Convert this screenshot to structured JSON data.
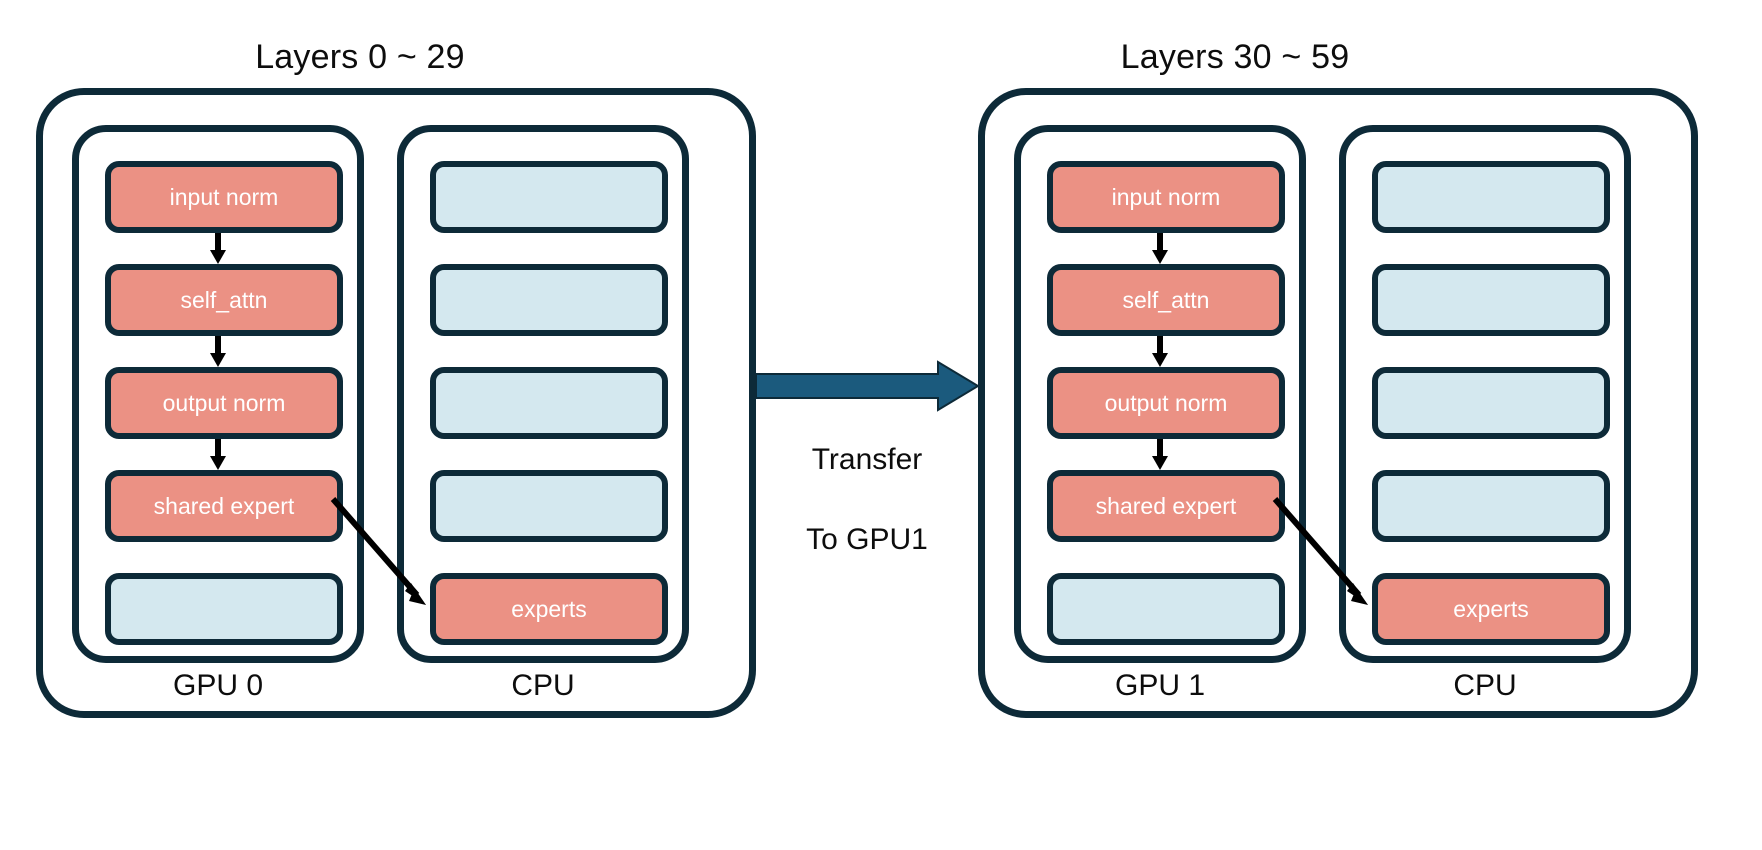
{
  "colors": {
    "outline": "#0d2a38",
    "active_block": "#eb9184",
    "idle_block": "#d4e8ef",
    "transfer_arrow": "#1b5a7d",
    "flow_arrow": "#000000",
    "text_dark": "#0d0d0d",
    "block_text": "#ffffff",
    "background": "#ffffff"
  },
  "panels": [
    {
      "title": "Layers 0 ~ 29",
      "columns": [
        {
          "label": "GPU 0",
          "kind": "gpu",
          "slots": [
            {
              "label": "input norm",
              "state": "active"
            },
            {
              "label": "self_attn",
              "state": "active"
            },
            {
              "label": "output norm",
              "state": "active"
            },
            {
              "label": "shared expert",
              "state": "active"
            },
            {
              "label": "",
              "state": "empty"
            }
          ]
        },
        {
          "label": "CPU",
          "kind": "cpu",
          "slots": [
            {
              "label": "",
              "state": "empty"
            },
            {
              "label": "",
              "state": "empty"
            },
            {
              "label": "",
              "state": "empty"
            },
            {
              "label": "",
              "state": "empty"
            },
            {
              "label": "experts",
              "state": "active"
            }
          ]
        }
      ]
    },
    {
      "title": "Layers 30 ~ 59",
      "columns": [
        {
          "label": "GPU 1",
          "kind": "gpu",
          "slots": [
            {
              "label": "input norm",
              "state": "active"
            },
            {
              "label": "self_attn",
              "state": "active"
            },
            {
              "label": "output norm",
              "state": "active"
            },
            {
              "label": "shared expert",
              "state": "active"
            },
            {
              "label": "",
              "state": "empty"
            }
          ]
        },
        {
          "label": "CPU",
          "kind": "cpu",
          "slots": [
            {
              "label": "",
              "state": "empty"
            },
            {
              "label": "",
              "state": "empty"
            },
            {
              "label": "",
              "state": "empty"
            },
            {
              "label": "",
              "state": "empty"
            },
            {
              "label": "experts",
              "state": "active"
            }
          ]
        }
      ]
    }
  ],
  "transfer": {
    "caption": "Transfer\nTo GPU1",
    "caption_line1": "Transfer",
    "caption_line2": "To GPU1",
    "direction": "left-to-right"
  },
  "flow": {
    "sequence": [
      "input norm",
      "self_attn",
      "output norm",
      "shared expert"
    ],
    "dispatch_from": "shared expert",
    "dispatch_to": "experts"
  }
}
